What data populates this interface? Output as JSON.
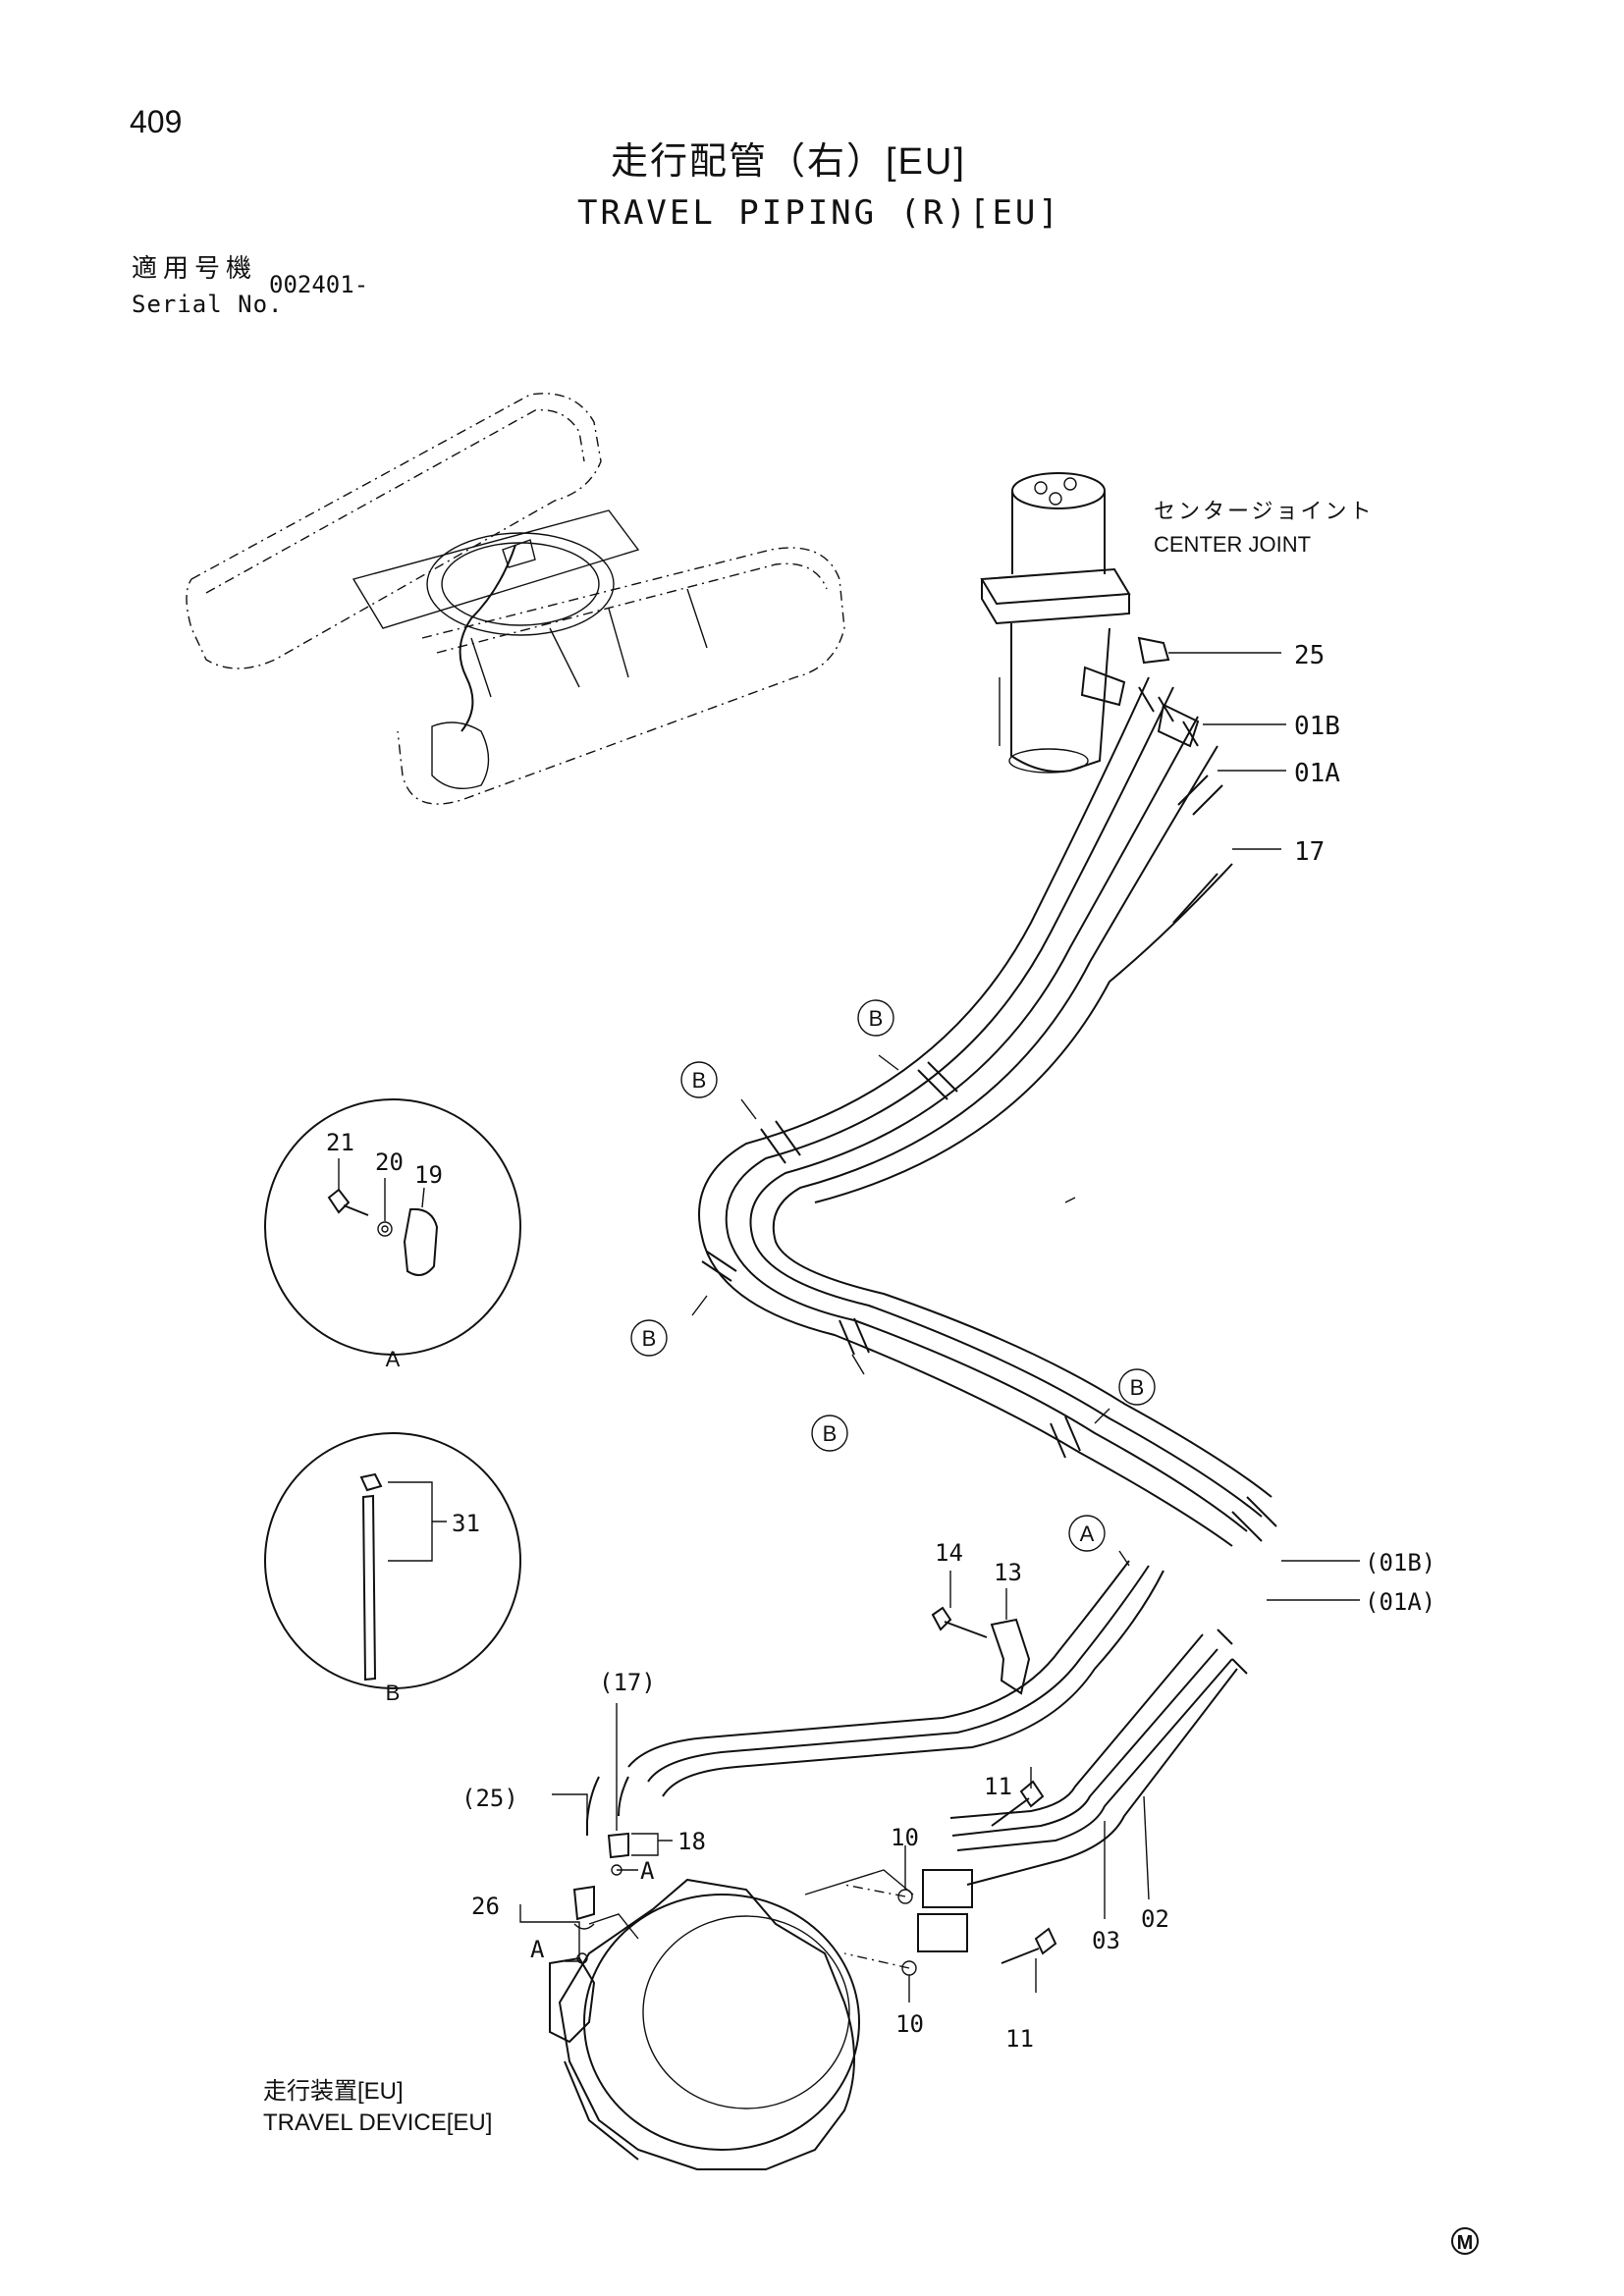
{
  "page_number": "409",
  "title": {
    "japanese": "走行配管（右）[EU]",
    "english": "TRAVEL PIPING (R)[EU]"
  },
  "serial": {
    "label_jp": "適用号機",
    "label_en": "Serial No.",
    "value": "002401-"
  },
  "components": {
    "center_joint_jp": "センタージョイント",
    "center_joint_en": "CENTER JOINT",
    "travel_device_jp": "走行装置[EU]",
    "travel_device_en": "TRAVEL DEVICE[EU]"
  },
  "callouts": {
    "p25": "25",
    "p01b": "01B",
    "p01a": "01A",
    "p17": "17",
    "p01b_ref": "(01B)",
    "p01a_ref": "(01A)",
    "p14": "14",
    "p13": "13",
    "p17_ref": "(17)",
    "p25_ref": "(25)",
    "p18": "18",
    "p26": "26",
    "p11_top": "11",
    "p11_bottom": "11",
    "p10_top": "10",
    "p10_bottom": "10",
    "p03": "03",
    "p02": "02",
    "p21": "21",
    "p20": "20",
    "p19": "19",
    "p31": "31",
    "a_18": "A",
    "a_26": "A"
  },
  "clamp_markers": {
    "b": "B",
    "a": "A"
  },
  "detail_views": {
    "a_label": "A",
    "b_label": "B"
  },
  "logo": "M"
}
